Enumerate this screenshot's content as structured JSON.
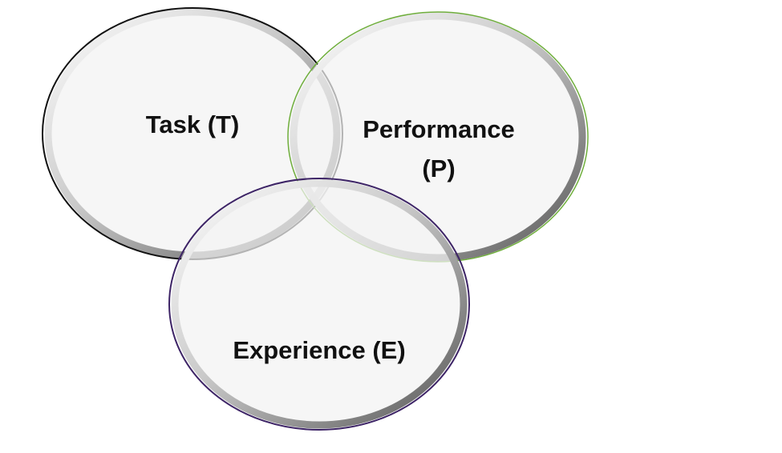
{
  "diagram": {
    "type": "venn",
    "sets": [
      {
        "id": "task",
        "label_lines": [
          "Task (T)"
        ],
        "outline_color": "#111111",
        "fill_color": "#f3f3f3"
      },
      {
        "id": "performance",
        "label_lines": [
          "Performance",
          "(P)"
        ],
        "outline_color": "#6fae3c",
        "fill_color": "#f3f3f3"
      },
      {
        "id": "experience",
        "label_lines": [
          "Experience (E)"
        ],
        "outline_color": "#3d2466",
        "fill_color": "#f3f3f3"
      }
    ]
  }
}
